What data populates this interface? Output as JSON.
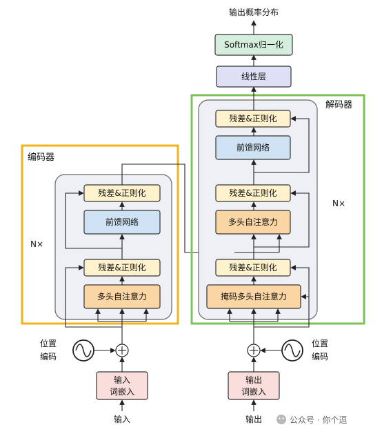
{
  "encoder": {
    "title": "编码器",
    "repeat": "N×",
    "norm_top": "残差&正则化",
    "ffn": "前馈网络",
    "norm_bottom": "残差&正则化",
    "attn": "多头自注意力",
    "pos_label_1": "位置",
    "pos_label_2": "编码",
    "embed_1": "输入",
    "embed_2": "词嵌入",
    "input": "输入"
  },
  "decoder": {
    "title": "解码器",
    "repeat": "N×",
    "norm_top": "残差&正则化",
    "ffn": "前馈网络",
    "norm_mid": "残差&正则化",
    "cross_attn": "多头自注意力",
    "norm_bottom": "残差&正则化",
    "masked_attn": "掩码多头自注意力",
    "pos_label_1": "位置",
    "pos_label_2": "编码",
    "embed_1": "输出",
    "embed_2": "词嵌入",
    "input": "输出"
  },
  "head": {
    "linear": "线性层",
    "softmax": "Softmax归一化",
    "output": "输出概率分布"
  },
  "watermark": "公众号 · 你个逗",
  "colors": {
    "encoder_frame": "#f2b21b",
    "decoder_frame": "#7cc35a",
    "norm": "#fff2cc",
    "attention": "#fbd6a5",
    "ffn": "#cfe2f3",
    "linear": "#dfe0f5",
    "softmax": "#d5eedd",
    "embedding": "#f9dedc"
  }
}
